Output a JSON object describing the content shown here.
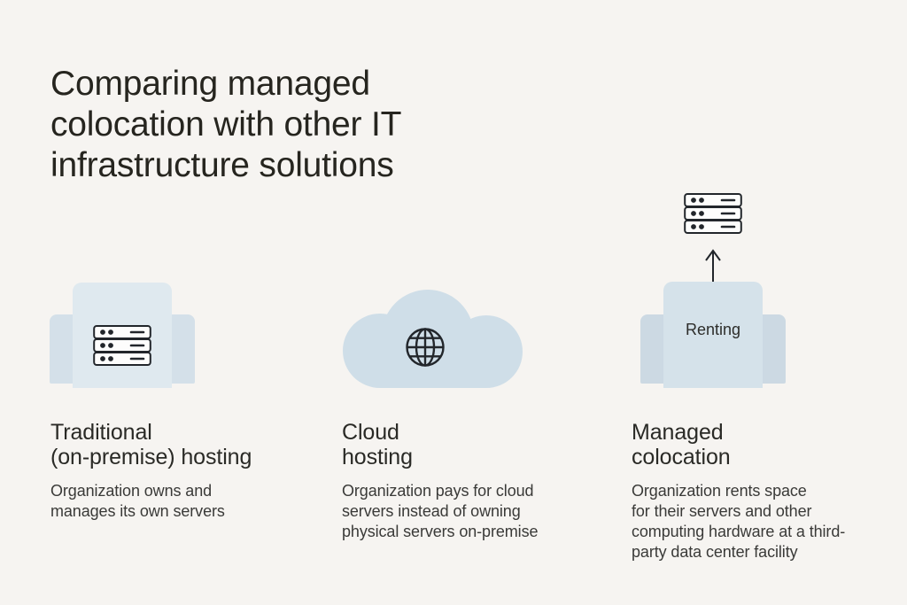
{
  "title": "Comparing managed\ncolocation with other IT\ninfrastructure solutions",
  "columns": [
    {
      "id": "traditional-hosting",
      "icon": "building-with-server-rack-icon",
      "heading": "Traditional\n(on-premise) hosting",
      "description": "Organization owns and\nmanages its own servers"
    },
    {
      "id": "cloud-hosting",
      "icon": "cloud-with-globe-icon",
      "heading": "Cloud\nhosting",
      "description": "Organization pays for cloud\nservers instead of owning\nphysical servers on-premise"
    },
    {
      "id": "managed-colocation",
      "icon": "building-arrow-to-rented-server-icon",
      "building_label": "Renting",
      "heading": "Managed\ncolocation",
      "description": "Organization rents space\nfor their servers and other\ncomputing hardware at a third-\nparty data center facility"
    }
  ],
  "colors": {
    "background": "#f6f4f1",
    "title_text": "#26251f",
    "heading_text": "#2a2a26",
    "body_text": "#3a3a38",
    "cloud_fill": "#cfdee8",
    "building1_front": "#dfe9ef",
    "building1_wings": "#d4e0e9",
    "building3_front": "#d5e2ea",
    "building3_wings": "#ccd9e3",
    "icon_stroke": "#22262b",
    "server_row_fill": "#fdfdfc"
  }
}
